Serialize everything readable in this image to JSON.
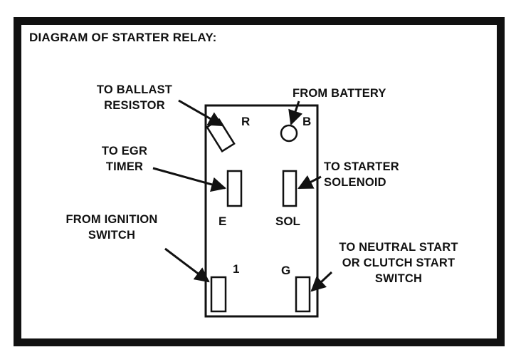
{
  "title": "DIAGRAM OF STARTER RELAY:",
  "terminals": {
    "r": "R",
    "b": "B",
    "e": "E",
    "sol": "SOL",
    "one": "1",
    "g": "G"
  },
  "callouts": {
    "ballast": [
      "TO BALLAST",
      "RESISTOR"
    ],
    "battery": [
      "FROM BATTERY"
    ],
    "egr": [
      "TO EGR",
      "TIMER"
    ],
    "solenoid": [
      "TO STARTER",
      "SOLENOID"
    ],
    "ignition": [
      "FROM IGNITION",
      "SWITCH"
    ],
    "neutral": [
      "TO NEUTRAL START",
      "OR CLUTCH START",
      "SWITCH"
    ]
  },
  "colors": {
    "ink": "#111111",
    "paper": "#ffffff"
  }
}
